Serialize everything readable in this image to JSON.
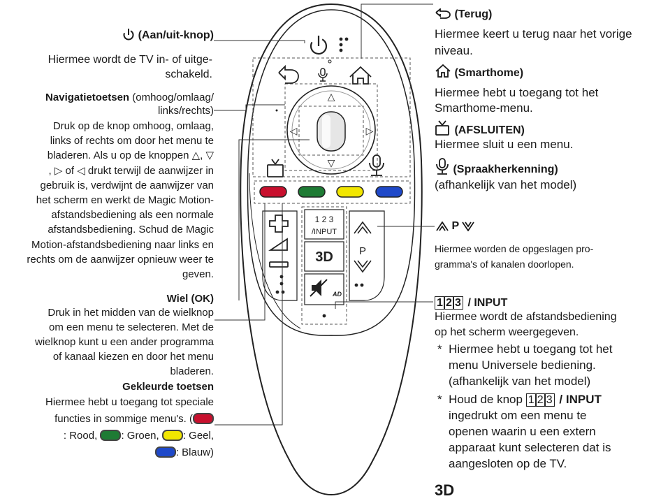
{
  "left": {
    "power": {
      "title": "(Aan/uit-knop)",
      "desc_line1": "Hiermee wordt de TV in- of uitge-",
      "desc_line2": "schakeld."
    },
    "nav": {
      "title_bold": "Navigatietoetsen",
      "title_rest": " (omhoog/omlaag/",
      "title_line2": "links/rechts)",
      "lines": [
        "Druk op de knop omhoog, omlaag,",
        "links of rechts om door het menu te",
        "bladeren. Als u op de knoppen △, ▽",
        ", ▷ of ◁ drukt terwijl de aanwijzer in",
        "gebruik is, verdwijnt de aanwijzer van",
        "het scherm en werkt de Magic Motion-",
        "afstandsbediening als een normale",
        "afstandsbediening. Schud de Magic",
        "Motion-afstandsbediening naar links en",
        "rechts om de aanwijzer opnieuw weer te",
        "geven."
      ]
    },
    "wheel": {
      "title": "Wiel (OK)",
      "lines": [
        "Druk in het midden van de wielknop",
        "om een menu te selecteren. Met de",
        "wielknop kunt u een ander programma",
        "of kanaal kiezen en door het menu",
        "bladeren."
      ]
    },
    "colors": {
      "title": "Gekleurde toetsen",
      "line1": "Hiermee hebt u toegang tot speciale",
      "line2": "functies in sommige menu's. (",
      "red": ": Rood,",
      "green": ": Groen,",
      "yellow": ": Geel,",
      "blue": ": Blauw)"
    }
  },
  "right": {
    "back": {
      "title": "(Terug)",
      "line1": "Hiermee keert u terug naar het vorige",
      "line2": "niveau."
    },
    "home": {
      "title": "(Smarthome)",
      "line1": "Hiermee hebt u toegang tot het",
      "line2": "Smarthome-menu."
    },
    "exit": {
      "title": "(AFSLUITEN)",
      "line1": "Hiermee sluit u een menu."
    },
    "voice": {
      "title": "(Spraakherkenning)",
      "line1": "(afhankelijk van het model)"
    },
    "pch": {
      "p": "P",
      "line1": "Hiermee worden de opgeslagen pro-",
      "line2": "gramma's of kanalen doorlopen."
    },
    "input": {
      "digits": [
        "1",
        "2",
        "3"
      ],
      "title": "/ INPUT",
      "line1": "Hiermee wordt de afstandsbediening",
      "line2": "op het scherm weergegeven.",
      "b1_1": "Hiermee hebt u toegang tot het",
      "b1_2": "menu Universele bediening.",
      "b1_3": "(afhankelijk van het model)",
      "b2_pre": "Houd de knop",
      "b2_post": "/ INPUT",
      "b2_2": "ingedrukt om een menu te",
      "b2_3": "openen waarin u een extern",
      "b2_4": "apparaat kunt selecteren dat is",
      "b2_5": "aangesloten op de TV.",
      "star": "*"
    },
    "three_d": {
      "label": "3D"
    }
  },
  "remote": {
    "keypad_digits": "1 2 3",
    "input_label": "/INPUT",
    "three_d_label": "3D",
    "ad_label": "AD",
    "p_label": "P"
  },
  "colors": {
    "red": "#c8102e",
    "green": "#1e7b34",
    "yellow": "#f2e600",
    "blue": "#1f49c9"
  }
}
